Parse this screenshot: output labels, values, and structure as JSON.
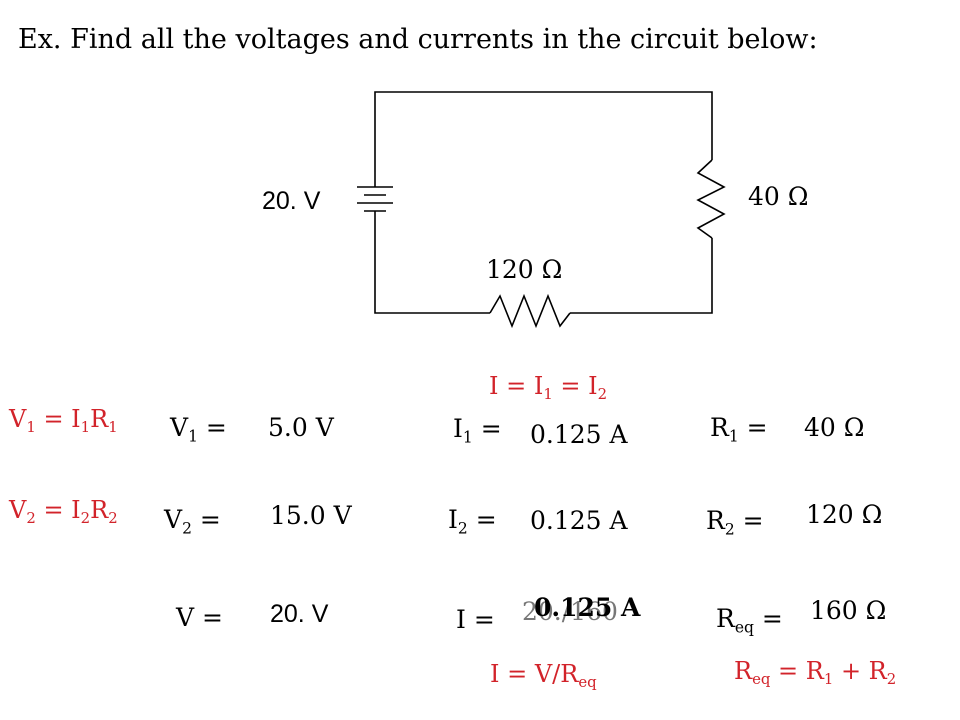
{
  "title": "Ex.  Find all the voltages and currents in the circuit below:",
  "circuit": {
    "source_label": "20. V",
    "r1_label": "40 Ω",
    "r2_label": "120 Ω"
  },
  "colors": {
    "accent": "#d2232a",
    "text": "#000000"
  },
  "notes": {
    "current_relation": {
      "a": "I = I",
      "b": "1",
      "c": " = I",
      "d": "2"
    },
    "v1_formula": {
      "a": "V",
      "b": "1",
      "c": " = I",
      "d": "1",
      "e": "R",
      "f": "1"
    },
    "v2_formula": {
      "a": "V",
      "b": "2",
      "c": " = I",
      "d": "2",
      "e": "R",
      "f": "2"
    },
    "i_formula": {
      "a": "I = V/R",
      "b": "eq"
    },
    "req_formula": {
      "a": "R",
      "b": "eq",
      "c": " = R",
      "d": "1",
      "e": " + R",
      "f": "2"
    }
  },
  "rows": {
    "v1": {
      "sym": "V",
      "sub": "1",
      "eq": " =",
      "value": "5.0 V"
    },
    "v2": {
      "sym": "V",
      "sub": "2",
      "eq": " =",
      "value": "15.0 V"
    },
    "v": {
      "label": "V  =",
      "value": "20. V"
    },
    "i1": {
      "sym": "I",
      "sub": "1",
      "eq": " =",
      "value": "0.125 A"
    },
    "i2": {
      "sym": "I",
      "sub": "2",
      "eq": " =",
      "value": "0.125 A"
    },
    "i": {
      "label": "I  =",
      "ghost": "20./160",
      "value": "0.125 A"
    },
    "r1": {
      "sym": "R",
      "sub": "1",
      "eq": " =",
      "value": "40 Ω"
    },
    "r2": {
      "sym": "R",
      "sub": "2",
      "eq": " =",
      "value": "120 Ω"
    },
    "req": {
      "sym": "R",
      "sub": "eq",
      "eq": " =",
      "value": "160 Ω"
    }
  }
}
